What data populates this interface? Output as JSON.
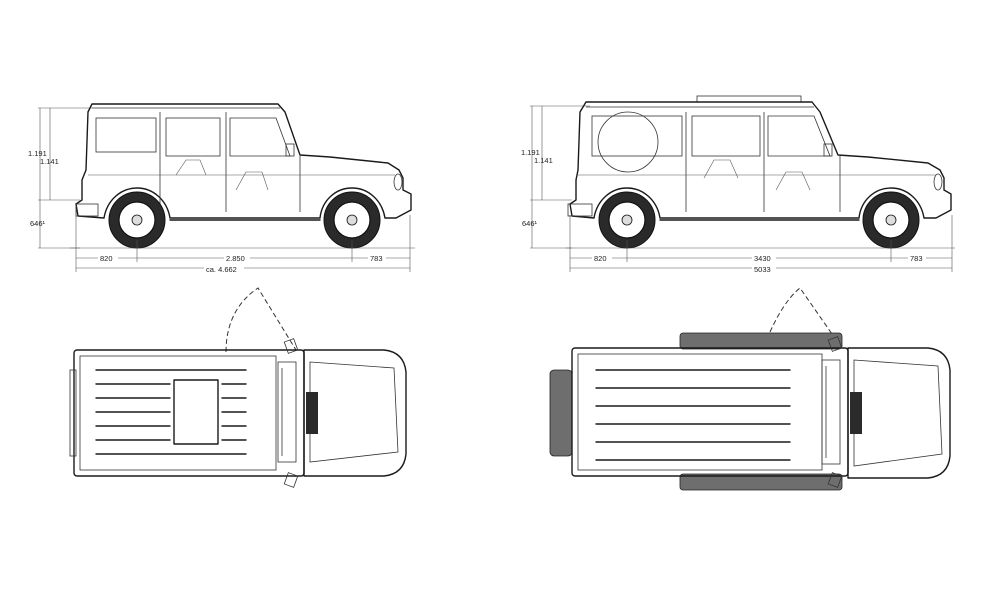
{
  "colors": {
    "line": "#1a1a1a",
    "tire": "#2a2a2a",
    "background": "#ffffff"
  },
  "short_side": {
    "heights": {
      "h1": "1.191",
      "h2": "1.141",
      "h3": "646¹"
    },
    "lengths": {
      "front_overhang": "820",
      "wheelbase": "2.850",
      "rear_overhang": "783",
      "total": "ca. 4.662"
    }
  },
  "long_side": {
    "heights": {
      "h1": "1.191",
      "h2": "1.141",
      "h3": "646¹"
    },
    "lengths": {
      "front_overhang": "820",
      "wheelbase": "3430",
      "rear_overhang": "783",
      "total": "5033"
    }
  }
}
